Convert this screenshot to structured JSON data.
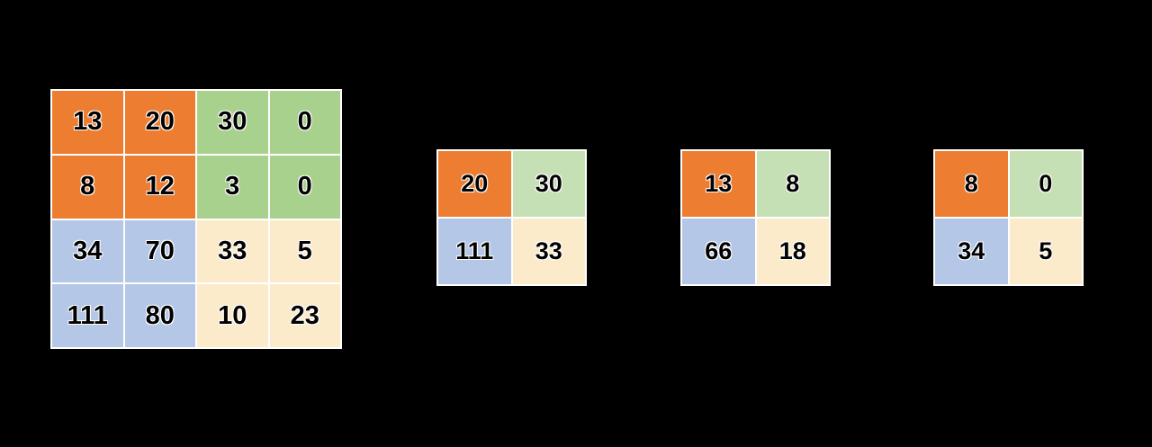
{
  "palette": {
    "background": "#000000",
    "grid_line": "#ffffff",
    "orange": "#ED7D31",
    "green": "#A9D18E",
    "green_light": "#C5E0B4",
    "blue": "#B4C7E7",
    "cream": "#FCEBCB",
    "text": "#000000"
  },
  "matrices": [
    {
      "name": "input-matrix",
      "rows": 4,
      "cols": 4,
      "cells": [
        {
          "value": "13",
          "fill": "orange"
        },
        {
          "value": "20",
          "fill": "orange"
        },
        {
          "value": "30",
          "fill": "green"
        },
        {
          "value": "0",
          "fill": "green"
        },
        {
          "value": "8",
          "fill": "orange"
        },
        {
          "value": "12",
          "fill": "orange"
        },
        {
          "value": "3",
          "fill": "green"
        },
        {
          "value": "0",
          "fill": "green"
        },
        {
          "value": "34",
          "fill": "blue"
        },
        {
          "value": "70",
          "fill": "blue"
        },
        {
          "value": "33",
          "fill": "cream"
        },
        {
          "value": "5",
          "fill": "cream"
        },
        {
          "value": "111",
          "fill": "blue"
        },
        {
          "value": "80",
          "fill": "blue"
        },
        {
          "value": "10",
          "fill": "cream"
        },
        {
          "value": "23",
          "fill": "cream"
        }
      ]
    },
    {
      "name": "result-matrix-1",
      "rows": 2,
      "cols": 2,
      "cells": [
        {
          "value": "20",
          "fill": "orange"
        },
        {
          "value": "30",
          "fill": "green_light"
        },
        {
          "value": "111",
          "fill": "blue"
        },
        {
          "value": "33",
          "fill": "cream"
        }
      ]
    },
    {
      "name": "result-matrix-2",
      "rows": 2,
      "cols": 2,
      "cells": [
        {
          "value": "13",
          "fill": "orange"
        },
        {
          "value": "8",
          "fill": "green_light"
        },
        {
          "value": "66",
          "fill": "blue"
        },
        {
          "value": "18",
          "fill": "cream"
        }
      ]
    },
    {
      "name": "result-matrix-3",
      "rows": 2,
      "cols": 2,
      "cells": [
        {
          "value": "8",
          "fill": "orange"
        },
        {
          "value": "0",
          "fill": "green_light"
        },
        {
          "value": "34",
          "fill": "blue"
        },
        {
          "value": "5",
          "fill": "cream"
        }
      ]
    }
  ]
}
